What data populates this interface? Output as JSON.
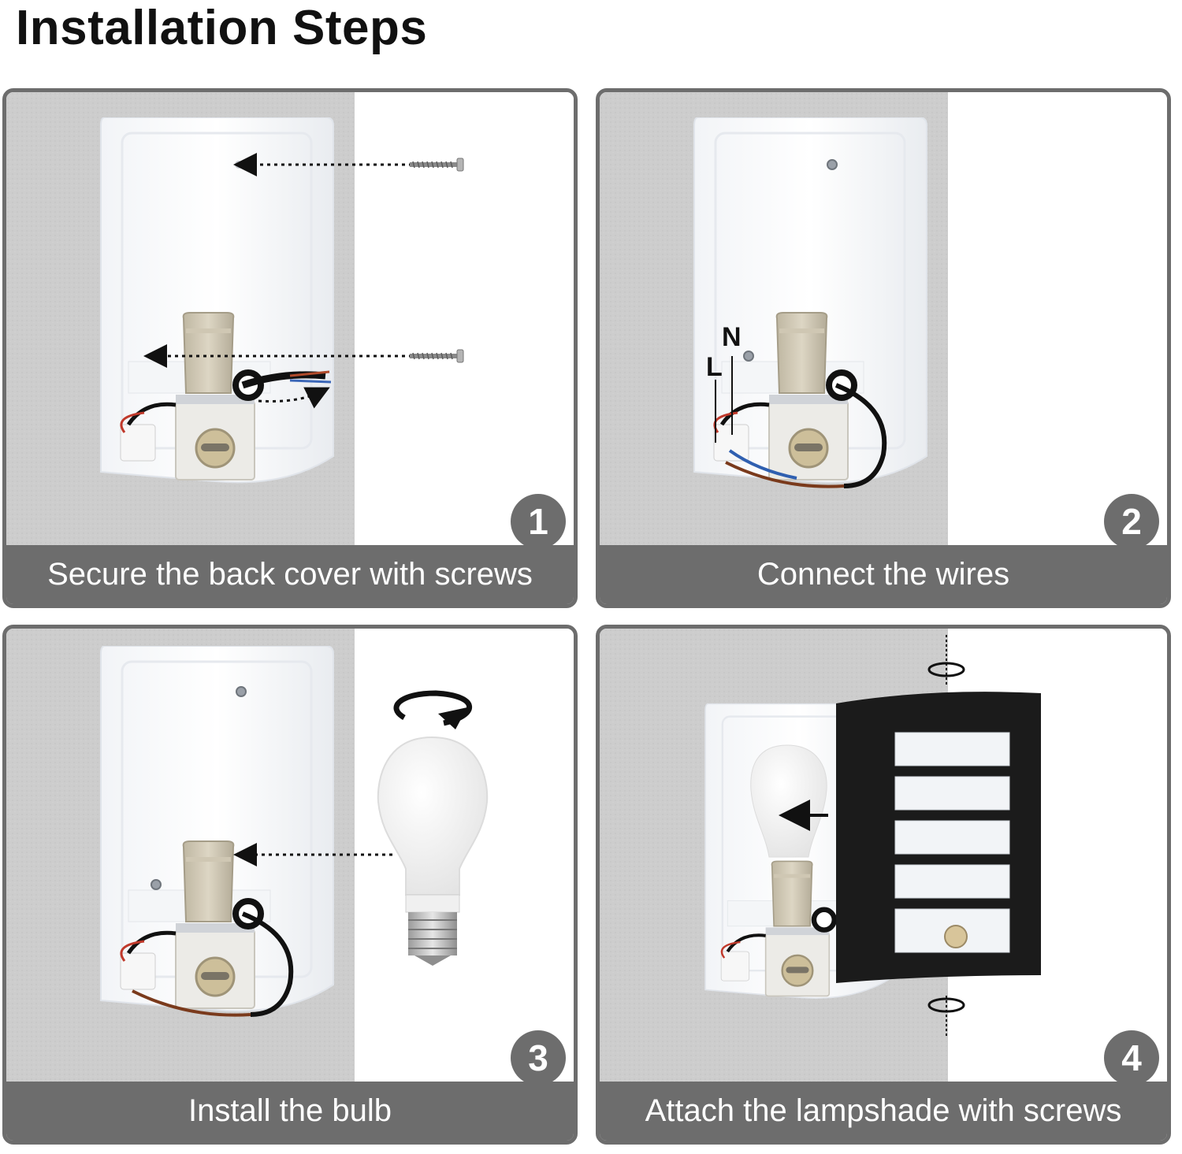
{
  "header": {
    "title": "Installation Steps"
  },
  "steps": [
    {
      "number": "1",
      "caption": "Secure the back cover with screws"
    },
    {
      "number": "2",
      "caption": "Connect the wires"
    },
    {
      "number": "3",
      "caption": "Install the bulb"
    },
    {
      "number": "4",
      "caption": "Attach the lampshade with screws"
    }
  ],
  "wire_labels": {
    "neutral": "N",
    "live": "L"
  },
  "colors": {
    "panel_gray": "#6d6d6d",
    "wall": "#cfcfcf",
    "lampshade": "#1b1b1b"
  }
}
